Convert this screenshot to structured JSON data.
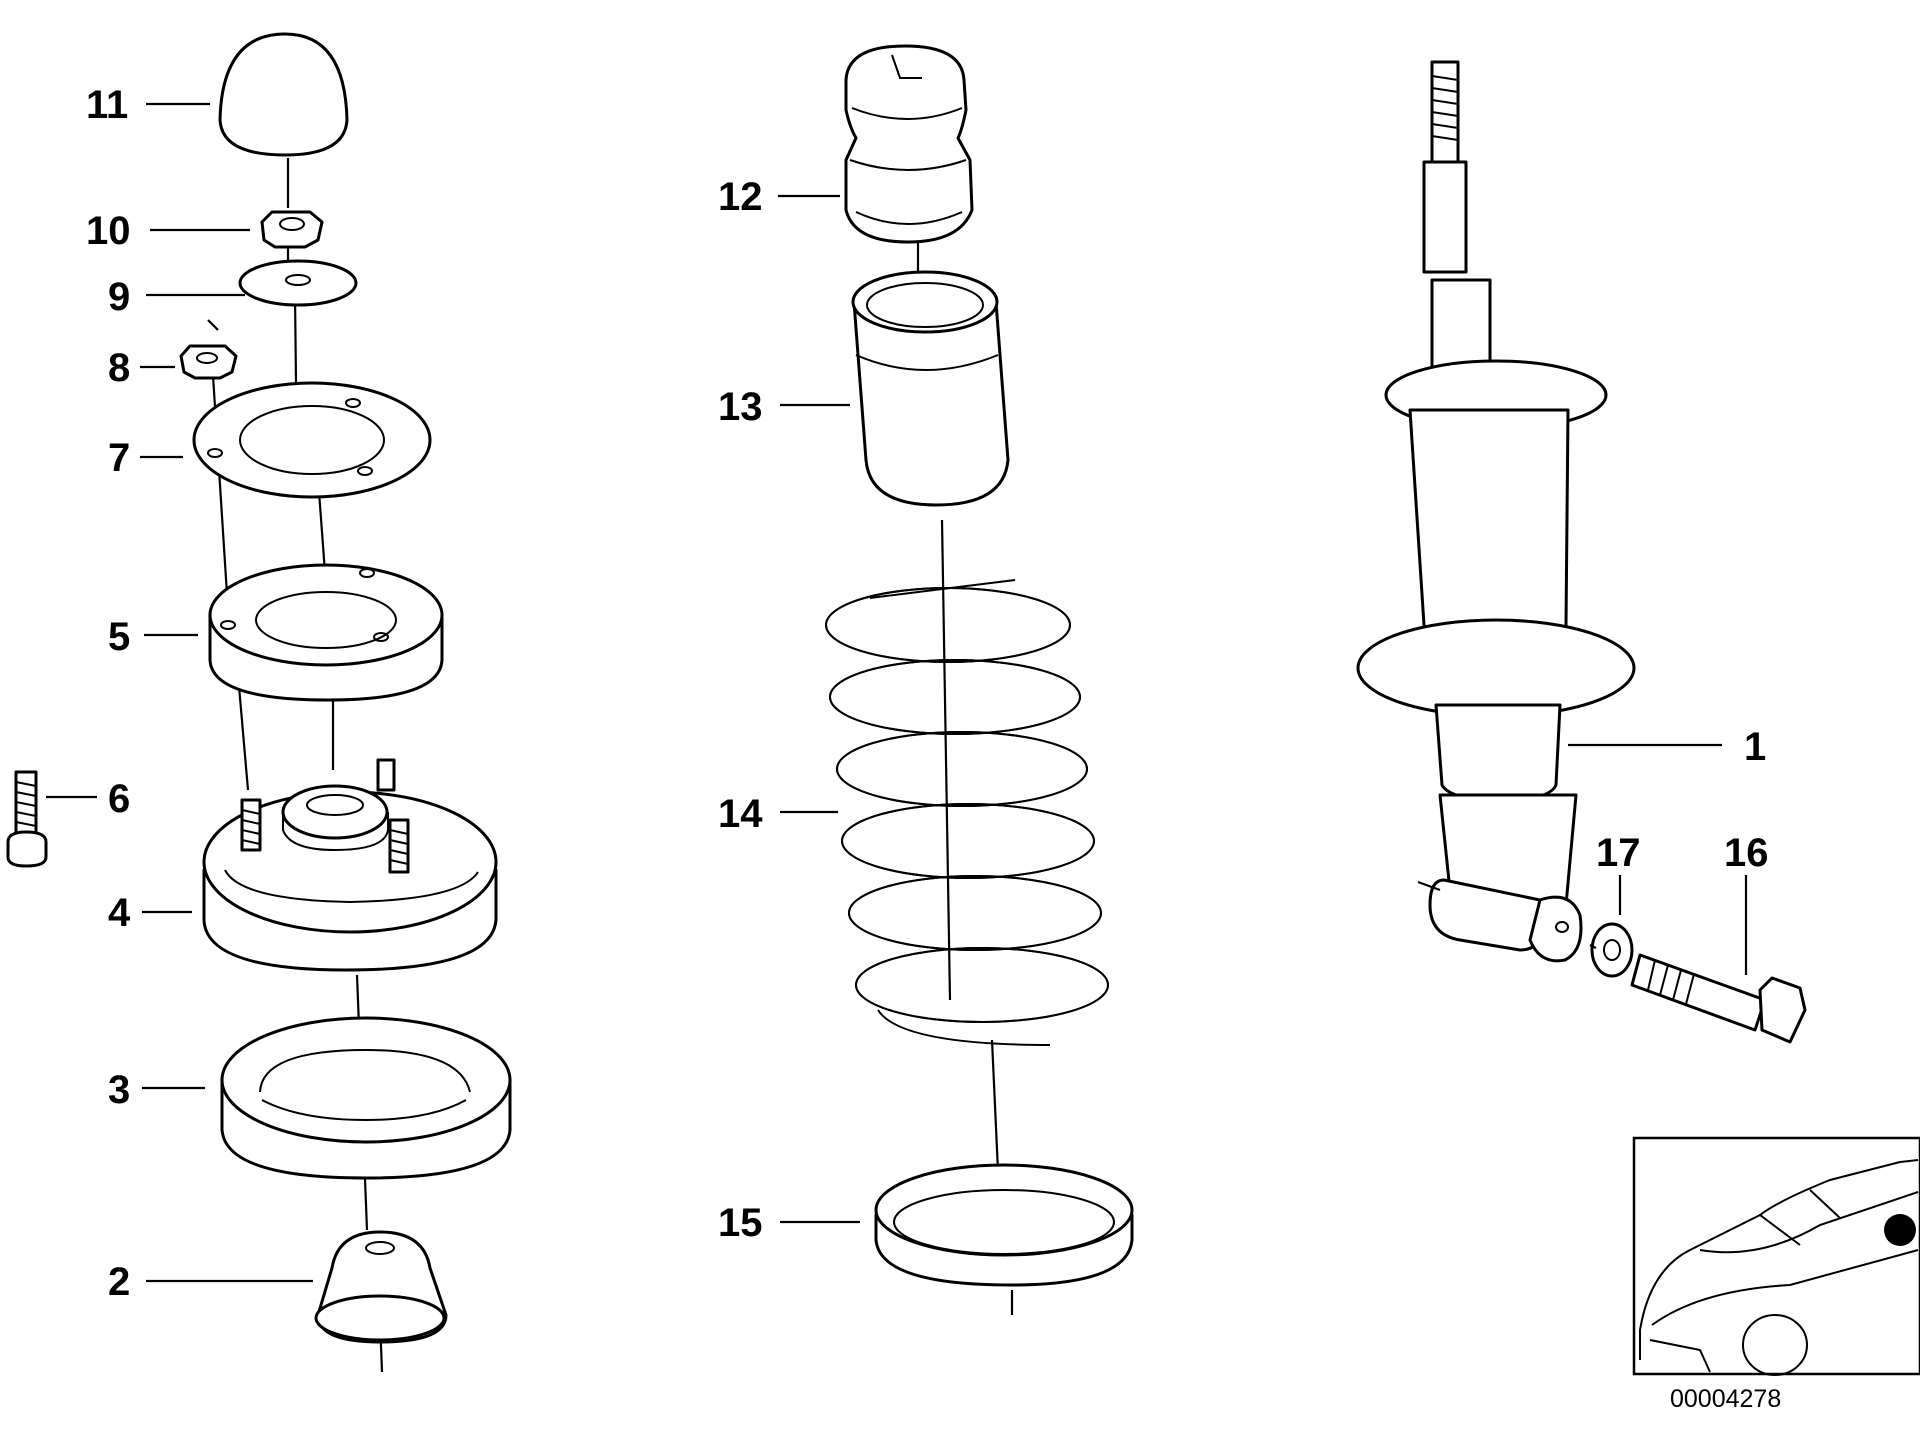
{
  "diagram": {
    "callouts": [
      {
        "id": "c11",
        "label": "11"
      },
      {
        "id": "c10",
        "label": "10"
      },
      {
        "id": "c9",
        "label": "9"
      },
      {
        "id": "c8",
        "label": "8"
      },
      {
        "id": "c7",
        "label": "7"
      },
      {
        "id": "c5",
        "label": "5"
      },
      {
        "id": "c6",
        "label": "6"
      },
      {
        "id": "c4",
        "label": "4"
      },
      {
        "id": "c3",
        "label": "3"
      },
      {
        "id": "c2",
        "label": "2"
      },
      {
        "id": "c12",
        "label": "12"
      },
      {
        "id": "c13",
        "label": "13"
      },
      {
        "id": "c14",
        "label": "14"
      },
      {
        "id": "c15",
        "label": "15"
      },
      {
        "id": "c1",
        "label": "1"
      },
      {
        "id": "c17",
        "label": "17"
      },
      {
        "id": "c16",
        "label": "16"
      }
    ],
    "reference_number": "00004278",
    "locator_icon": "car-position-locator-icon"
  }
}
